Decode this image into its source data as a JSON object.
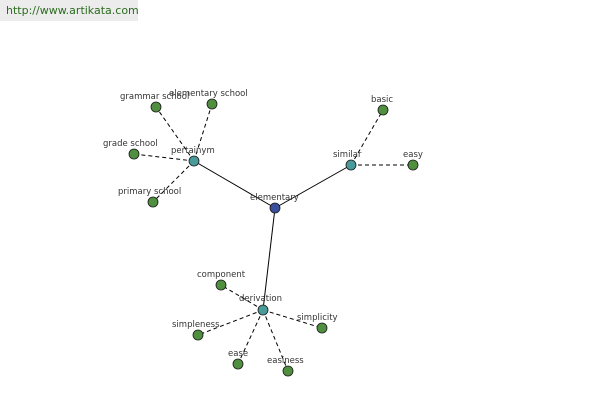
{
  "banner": {
    "url": "http://www.artikata.com"
  },
  "colors": {
    "center": "#3a4f9c",
    "relation": "#4a9a9a",
    "word": "#4f8f3f",
    "edge": "#000000",
    "banner_bg": "#ececec",
    "url_text": "#2b6b1e"
  },
  "graph": {
    "nodes": [
      {
        "id": "elementary",
        "label": "elementary",
        "kind": "center"
      },
      {
        "id": "pertainym",
        "label": "pertainym",
        "kind": "relation"
      },
      {
        "id": "similar",
        "label": "similar",
        "kind": "relation"
      },
      {
        "id": "derivation",
        "label": "derivation",
        "kind": "relation"
      },
      {
        "id": "grammar-school",
        "label": "grammar school",
        "kind": "word"
      },
      {
        "id": "elementary-school",
        "label": "elementary school",
        "kind": "word"
      },
      {
        "id": "grade-school",
        "label": "grade school",
        "kind": "word"
      },
      {
        "id": "primary-school",
        "label": "primary school",
        "kind": "word"
      },
      {
        "id": "basic",
        "label": "basic",
        "kind": "word"
      },
      {
        "id": "easy",
        "label": "easy",
        "kind": "word"
      },
      {
        "id": "component",
        "label": "component",
        "kind": "word"
      },
      {
        "id": "simpleness",
        "label": "simpleness",
        "kind": "word"
      },
      {
        "id": "simplicity",
        "label": "simplicity",
        "kind": "word"
      },
      {
        "id": "ease",
        "label": "ease",
        "kind": "word"
      },
      {
        "id": "easiness",
        "label": "easiness",
        "kind": "word"
      }
    ],
    "edges": [
      {
        "from": "elementary",
        "to": "pertainym",
        "style": "solid"
      },
      {
        "from": "elementary",
        "to": "similar",
        "style": "solid"
      },
      {
        "from": "elementary",
        "to": "derivation",
        "style": "solid"
      },
      {
        "from": "pertainym",
        "to": "grammar-school",
        "style": "dashed"
      },
      {
        "from": "pertainym",
        "to": "elementary-school",
        "style": "dashed"
      },
      {
        "from": "pertainym",
        "to": "grade-school",
        "style": "dashed"
      },
      {
        "from": "pertainym",
        "to": "primary-school",
        "style": "dashed"
      },
      {
        "from": "similar",
        "to": "basic",
        "style": "dashed"
      },
      {
        "from": "similar",
        "to": "easy",
        "style": "dashed"
      },
      {
        "from": "derivation",
        "to": "component",
        "style": "dashed"
      },
      {
        "from": "derivation",
        "to": "simpleness",
        "style": "dashed"
      },
      {
        "from": "derivation",
        "to": "simplicity",
        "style": "dashed"
      },
      {
        "from": "derivation",
        "to": "ease",
        "style": "dashed"
      },
      {
        "from": "derivation",
        "to": "easiness",
        "style": "dashed"
      }
    ]
  }
}
